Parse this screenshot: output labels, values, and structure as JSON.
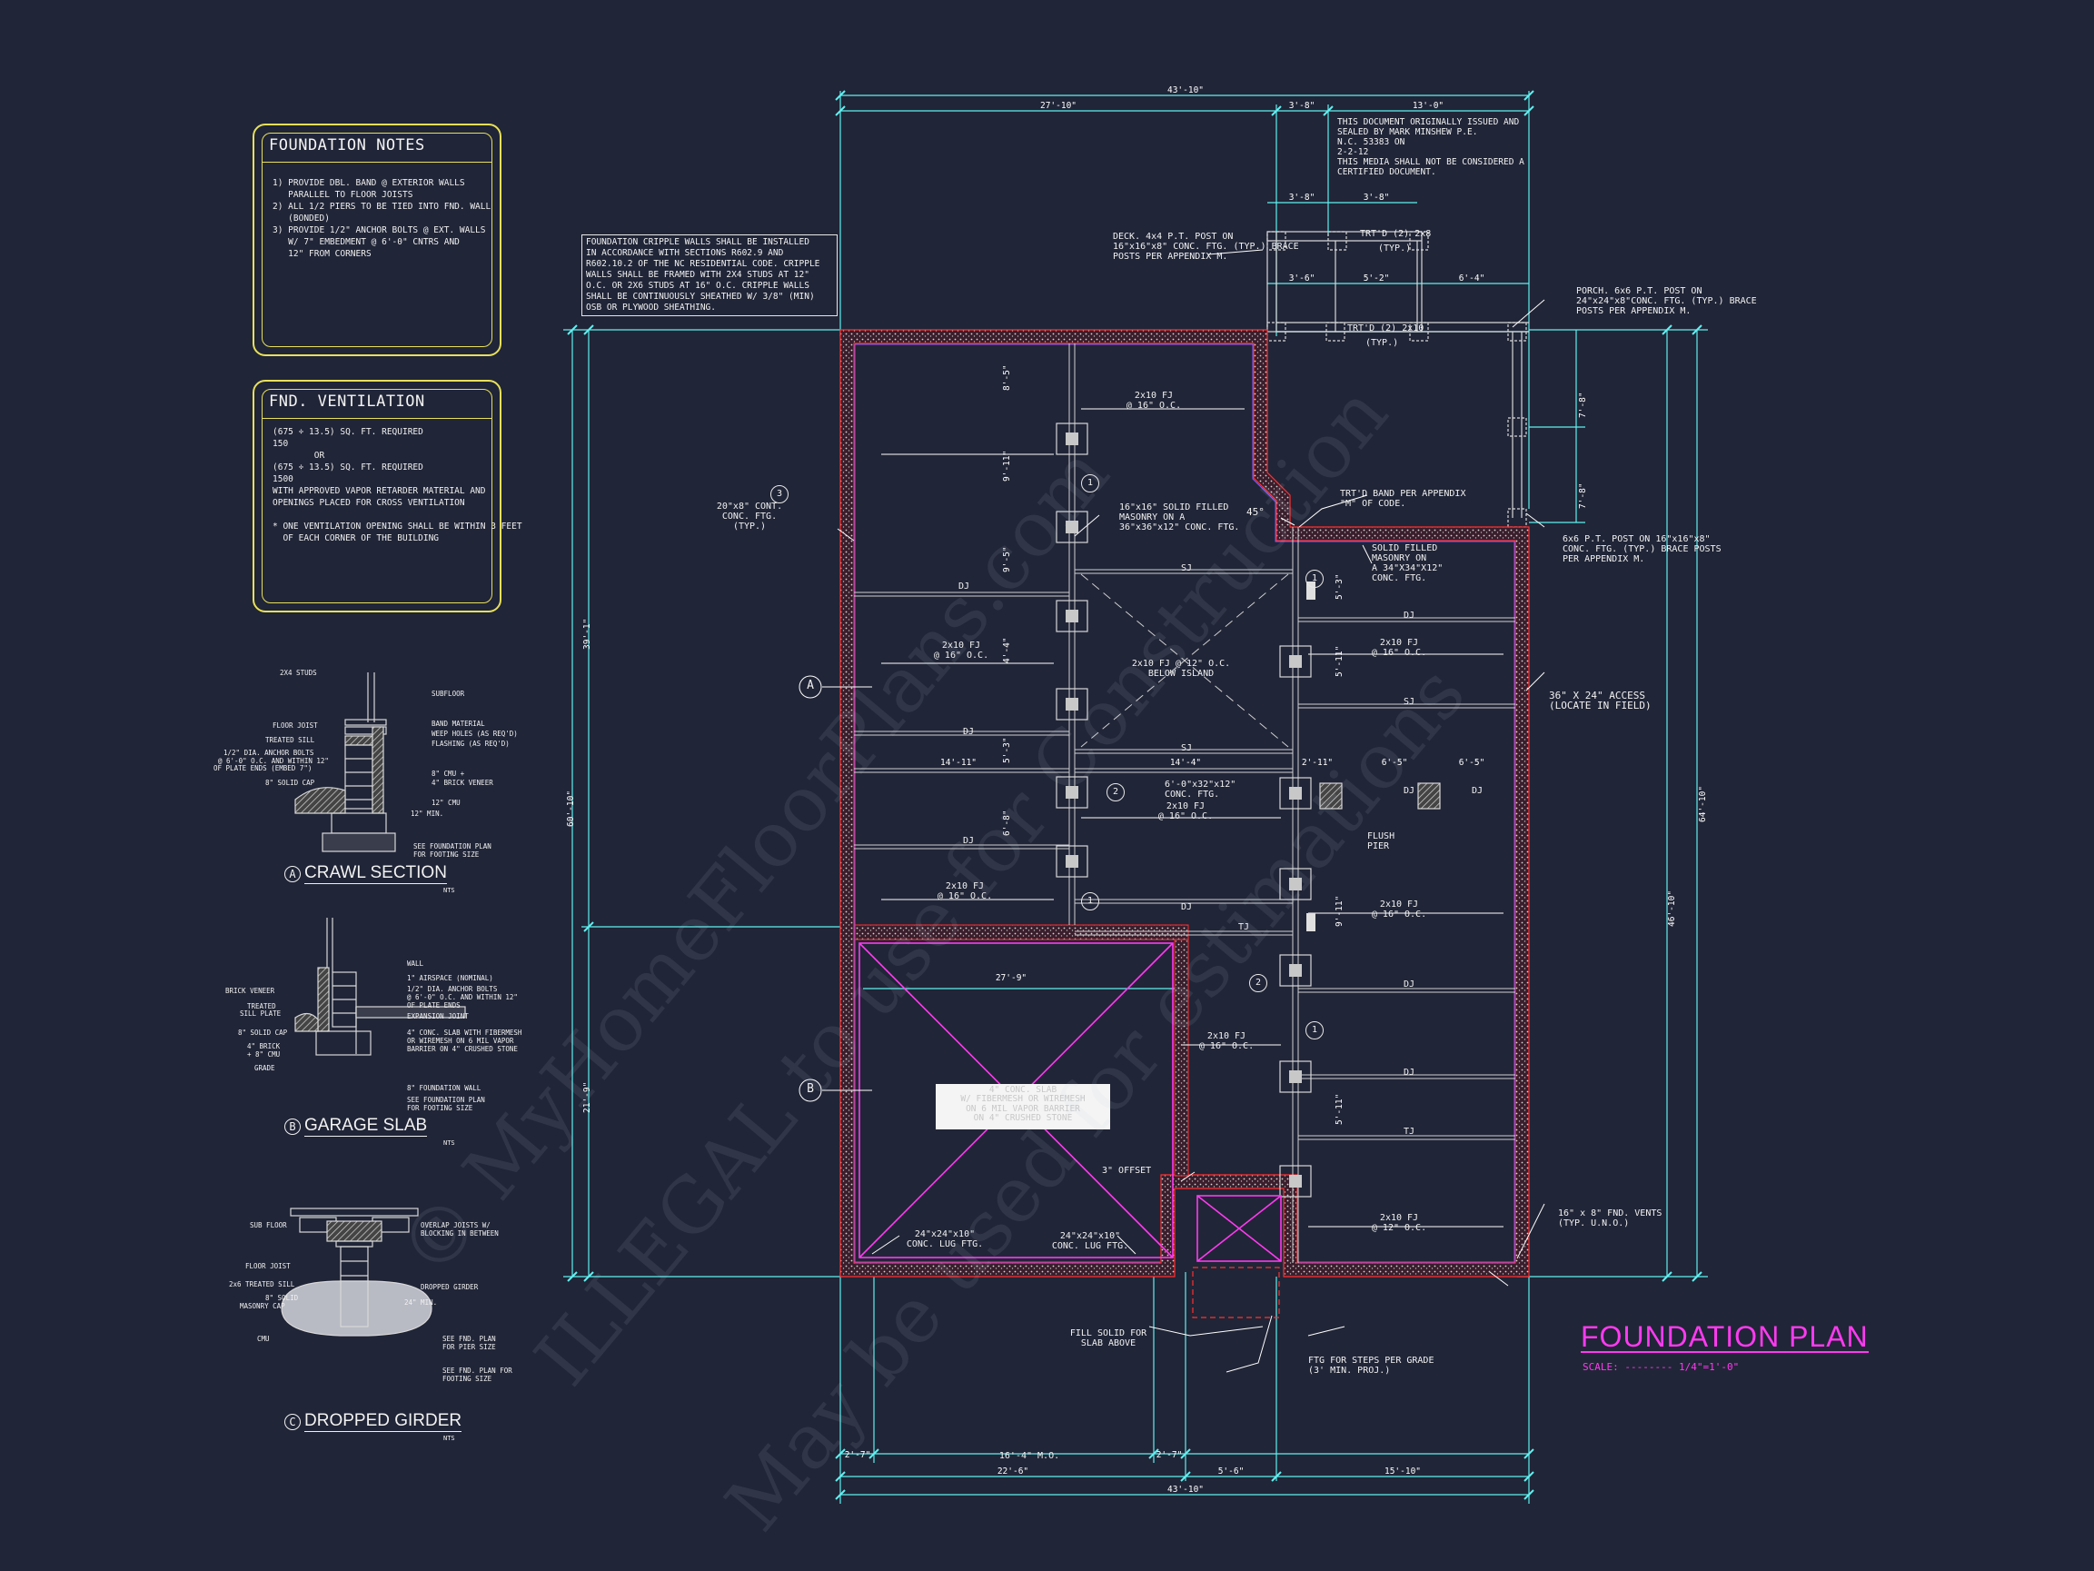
{
  "notes": {
    "foundation": {
      "title": "FOUNDATION NOTES",
      "lines": [
        "1) PROVIDE DBL. BAND @ EXTERIOR WALLS",
        "   PARALLEL TO FLOOR JOISTS",
        "2) ALL 1/2 PIERS TO BE TIED INTO FND. WALL",
        "   (BONDED)",
        "3) PROVIDE 1/2\" ANCHOR BOLTS @ EXT. WALLS",
        "   W/ 7\" EMBEDMENT @ 6'-0\" CNTRS AND",
        "   12\" FROM CORNERS"
      ]
    },
    "ventilation": {
      "title": "FND. VENTILATION",
      "lines": [
        "(675 ÷ 13.5) SQ. FT. REQUIRED",
        "150",
        "        OR",
        "(675 ÷ 13.5) SQ. FT. REQUIRED",
        "1500",
        "WITH APPROVED VAPOR RETARDER MATERIAL AND",
        "OPENINGS PLACED FOR CROSS VENTILATION",
        "",
        "* ONE VENTILATION OPENING SHALL BE WITHIN 3 FEET",
        "  OF EACH CORNER OF THE BUILDING"
      ]
    }
  },
  "details": {
    "crawl": {
      "title": "CRAWL SECTION",
      "marker": "A",
      "scale": "NTS",
      "labels": [
        "2X4 STUDS",
        "SUBFLOOR",
        "FLOOR JOIST",
        "BAND MATERIAL",
        "TREATED SILL",
        "WEEP HOLES (AS REQ'D)",
        "1/2\" DIA. ANCHOR BOLTS",
        "@ 6'-0\" O.C. AND WITHIN 12\"",
        "OF PLATE ENDS (EMBED 7\")",
        "FLASHING (AS REQ'D)",
        "8\" SOLID CAP",
        "8\" CMU +",
        "4\" BRICK VENEER",
        "12\" CMU",
        "SEE FOUNDATION PLAN",
        "FOR FOOTING SIZE",
        "12\" MIN."
      ]
    },
    "garage": {
      "title": "GARAGE SLAB",
      "marker": "B",
      "scale": "NTS",
      "labels": [
        "WALL",
        "1\" AIRSPACE (NOMINAL)",
        "BRICK VENEER",
        "1/2\" DIA. ANCHOR BOLTS",
        "@ 6'-0\" O.C. AND WITHIN 12\"",
        "OF PLATE ENDS",
        "TREATED",
        "SILL PLATE",
        "EXPANSION JOINT",
        "8\" SOLID CAP",
        "4\" CONC. SLAB WITH FIBERMESH",
        "OR WIREMESH ON 6 MIL VAPOR",
        "BARRIER ON 4\" CRUSHED STONE",
        "4\" BRICK",
        "+ 8\" CMU",
        "GRADE",
        "8\" FOUNDATION WALL",
        "SEE FOUNDATION PLAN",
        "FOR FOOTING SIZE"
      ]
    },
    "girder": {
      "title": "DROPPED GIRDER",
      "marker": "C",
      "scale": "NTS",
      "labels": [
        "SUB FLOOR",
        "OVERLAP JOISTS W/",
        "BLOCKING IN BETWEEN",
        "FLOOR JOIST",
        "2x6 TREATED SILL",
        "DROPPED GIRDER",
        "8\" SOLID",
        "MASONRY CAP",
        "CMU",
        "SEE FND. PLAN",
        "FOR PIER SIZE",
        "SEE FND. PLAN FOR",
        "FOOTING SIZE",
        "24\" MIN."
      ]
    }
  },
  "plan": {
    "title": "FOUNDATION PLAN",
    "scale_label": "SCALE:",
    "scale_value": "1/4\"=1'-0\"",
    "cert_note": [
      "THIS DOCUMENT ORIGINALLY ISSUED AND",
      "SEALED BY MARK MINSHEW P.E.",
      "N.C. 53383 ON",
      "2-2-12",
      "THIS MEDIA SHALL NOT BE CONSIDERED A",
      "CERTIFIED DOCUMENT."
    ],
    "cripple_note": [
      "FOUNDATION CRIPPLE WALLS SHALL BE INSTALLED",
      "IN ACCORDANCE WITH SECTIONS R602.9 AND",
      "R602.10.2 OF THE NC RESIDENTIAL CODE. CRIPPLE",
      "WALLS SHALL BE FRAMED WITH 2X4 STUDS AT 12\"",
      "O.C. OR 2X6 STUDS AT 16\" O.C. CRIPPLE WALLS",
      "SHALL BE CONTINUOUSLY SHEATHED W/ 3/8\" (MIN)",
      "OSB OR PLYWOOD SHEATHING."
    ],
    "slab_note": [
      "4\" CONC. SLAB",
      "W/ FIBERMESH OR WIREMESH",
      "ON 6 MIL VAPOR BARRIER",
      "ON 4\" CRUSHED STONE"
    ],
    "labels": {
      "deck_post": [
        "DECK. 4x4 P.T. POST ON",
        "16\"x16\"x8\" CONC. FTG. (TYP.) BRACE",
        "POSTS PER APPENDIX M."
      ],
      "porch_post": [
        "PORCH. 6x6 P.T. POST ON",
        "24\"x24\"x8\"CONC. FTG. (TYP.) BRACE",
        "POSTS PER APPENDIX M."
      ],
      "porch_post2": [
        "6x6 P.T. POST ON 16\"x16\"x8\"",
        "CONC. FTG. (TYP.) BRACE POSTS",
        "PER APPENDIX M."
      ],
      "cont_ftg": [
        "20\"x8\" CONT.",
        "CONC. FTG.",
        "(TYP.)"
      ],
      "solid_filled": [
        "16\"x16\" SOLID FILLED",
        "MASONRY ON A",
        "36\"x36\"x12\" CONC. FTG."
      ],
      "solid_filled2": [
        "SOLID FILLED",
        "MASONRY ON",
        "A 34\"X34\"X12\"",
        "CONC. FTG."
      ],
      "band": [
        "TRT'D BAND PER APPENDIX",
        "\"M\" OF CODE."
      ],
      "access": [
        "36\" X 24\" ACCESS",
        "(LOCATE IN FIELD)"
      ],
      "vents": [
        "16\" x 8\" FND. VENTS",
        "(TYP. U.N.O.)"
      ],
      "offset": "3\" OFFSET",
      "lug_l": [
        "24\"x24\"x10\"",
        "CONC. LUG FTG."
      ],
      "lug_r": [
        "24\"x24\"x10\"",
        "CONC. LUG FTG."
      ],
      "fill_solid": [
        "FILL SOLID FOR",
        "SLAB ABOVE"
      ],
      "steps": [
        "FTG FOR STEPS PER GRADE",
        "(3' MIN. PROJ.)"
      ],
      "flush": [
        "FLUSH",
        "PIER"
      ],
      "conc_ftg": [
        "6'-0\"x32\"x12\"",
        "CONC. FTG."
      ],
      "island": [
        "2x10 FJ @ 12\" O.C.",
        "BELOW ISLAND"
      ],
      "fj_16": [
        "2x10 FJ",
        "@ 16\" O.C."
      ],
      "fj_12": [
        "2x10 FJ",
        "@ 12\" O.C."
      ],
      "trtd_2x8": "TRT'D (2) 2x8",
      "trtd_2x10": "TRT'D (2) 2x10",
      "typ": "(TYP.)",
      "dj": "DJ",
      "sj": "SJ",
      "tj": "TJ",
      "deg": "45°",
      "mo": "16'-4\" M.O."
    },
    "dims_top": [
      "43'-10\"",
      "27'-10\"",
      "3'-8\"",
      "13'-0\"",
      "3'-8\"",
      "3'-8\"",
      "3'-6\"",
      "5'-2\"",
      "6'-4\""
    ],
    "dims_bottom": [
      "2'-7\"",
      "16'-4\" M.O.",
      "2'-7\"",
      "22'-6\"",
      "5'-6\"",
      "15'-10\"",
      "43'-10\""
    ],
    "dims_left": [
      "39'-1\"",
      "60'-10\"",
      "21'-9\""
    ],
    "dims_right": [
      "7'-8\"",
      "7'-8\"",
      "46'-10\"",
      "64'-10\""
    ],
    "dims_inner": [
      "14'-11\"",
      "14'-4\"",
      "27'-9\"",
      "2'-11\"",
      "6'-5\"",
      "6'-5\"",
      "8'-5\"",
      "9'-11\"",
      "9'-5\"",
      "4'-4\"",
      "5'-3\"",
      "6'-8\"",
      "5'-11\"",
      "9'-11\""
    ],
    "grid": [
      "A",
      "B"
    ],
    "callouts": [
      "1",
      "1",
      "1",
      "1",
      "2",
      "2",
      "3"
    ]
  },
  "watermark": [
    "© MyHomeFloorPlans.com",
    "ILLEGAL to use for Construction",
    "May be used for estimations"
  ],
  "colors": {
    "background": "#202537",
    "cyan": "#5ff0f0",
    "magenta": "#ff3af0",
    "yellow": "#e8e05a",
    "wall": "#c0c0c0",
    "red": "#ff3030"
  }
}
